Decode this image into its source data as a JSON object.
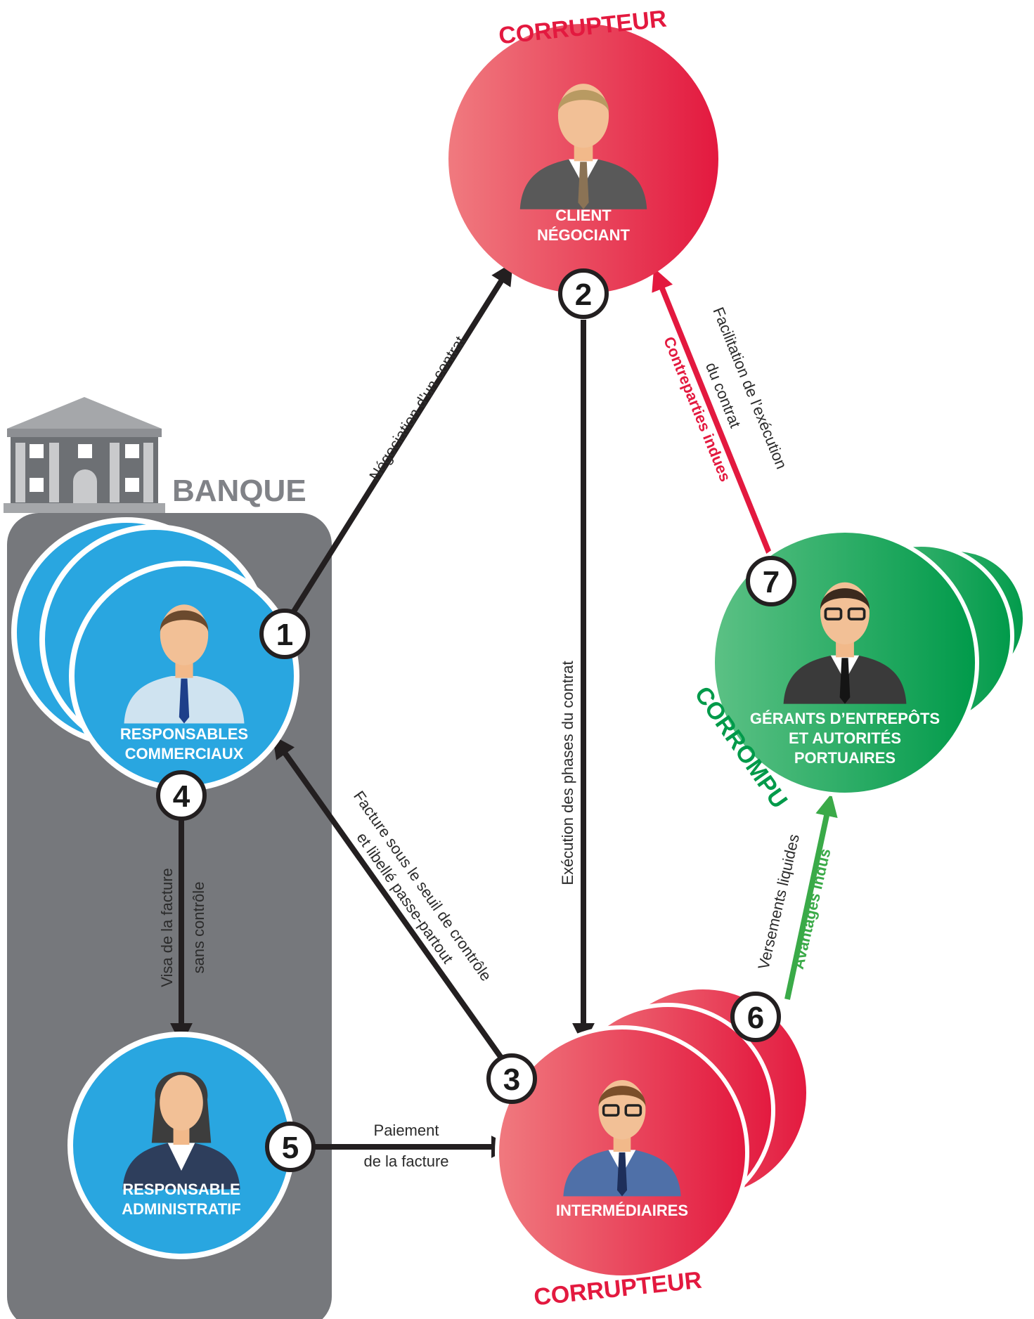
{
  "bank": {
    "label": "BANQUE"
  },
  "nodes": {
    "client": {
      "line1": "CLIENT",
      "line2": "NÉGOCIANT",
      "role": "CORRUPTEUR"
    },
    "commerciaux": {
      "line1": "RESPONSABLES",
      "line2": "COMMERCIAUX"
    },
    "administratif": {
      "line1": "RESPONSABLE",
      "line2": "ADMINISTRATIF"
    },
    "intermediaires": {
      "line1": "INTERMÉDIAIRES",
      "role": "CORRUPTEUR"
    },
    "gerants": {
      "line1": "GÉRANTS D’ENTREPÔTS",
      "line2": "ET AUTORITÉS",
      "line3": "PORTUAIRES",
      "role": "CORROMPU"
    }
  },
  "steps": [
    "1",
    "2",
    "3",
    "4",
    "5",
    "6",
    "7"
  ],
  "edges": {
    "e1": {
      "text": "Négociation d’un contrat"
    },
    "e2": {
      "text": "Exécution des phases du contrat"
    },
    "e3": {
      "line1": "Facture sous le seuil de crontrôle",
      "line2": "et libellé passe-partout"
    },
    "e4": {
      "line1": "Visa de la facture",
      "line2": "sans contrôle"
    },
    "e5": {
      "line1": "Paiement",
      "line2": "de la facture"
    },
    "e6": {
      "line1": "Versements liquides",
      "line2": "Avantages indus"
    },
    "e7": {
      "line1": "Facilitation de l’exécution",
      "line2": "du contrat",
      "line3": "Contreparties indues"
    }
  },
  "colors": {
    "red_start": "#f07a7f",
    "red_end": "#e3193f",
    "blue": "#29a6e0",
    "green_start": "#5cc185",
    "green_end": "#009a4a",
    "bank_panel": "#76787c",
    "arrow_dark": "#231f20",
    "arrow_red": "#e3193f",
    "arrow_green": "#3aaa48",
    "role_red": "#e3193f",
    "role_green": "#009a4a"
  }
}
